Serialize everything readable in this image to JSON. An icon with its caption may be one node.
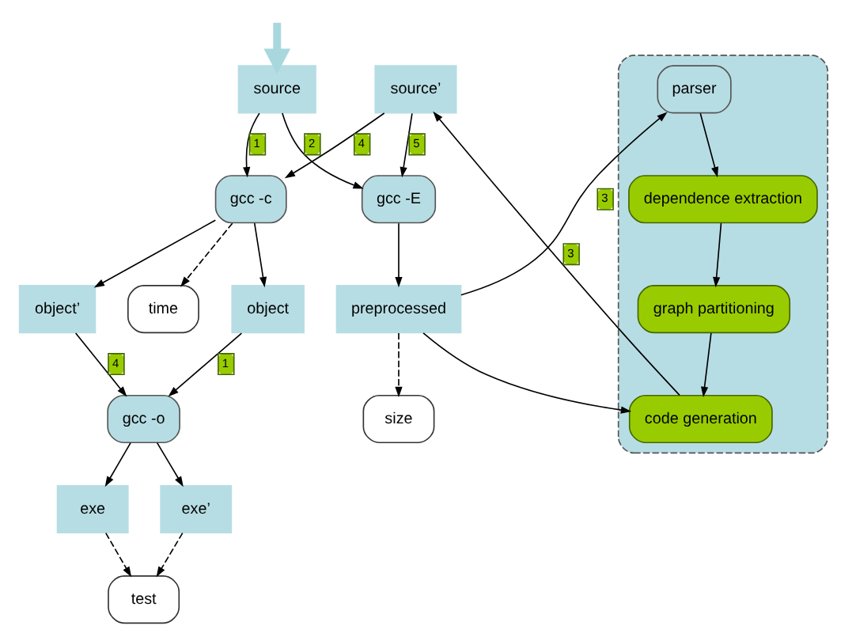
{
  "diagram": {
    "nodes": [
      {
        "text": [
          "source"
        ]
      },
      {
        "text": [
          "time"
        ]
      },
      {
        "text": [
          "object"
        ]
      },
      {
        "text": [
          "exe"
        ]
      },
      {
        "text": [
          "gcc -E"
        ]
      },
      {
        "text": [
          "gcc -c"
        ]
      },
      {
        "text": [
          "gcc -o"
        ]
      },
      {
        "text": [
          "test"
        ]
      },
      {
        "text": [
          "preprocessed"
        ]
      },
      {
        "text": [
          "source’"
        ]
      },
      {
        "text": [
          "object’"
        ]
      },
      {
        "text": [
          "exe’"
        ]
      },
      {
        "text": [
          "size"
        ]
      },
      {
        "text": [],
        "shape": "ellipse"
      },
      {
        "text": [
          "parser"
        ],
        "in": 13
      },
      {
        "text": [
          "code generation"
        ],
        "in": 13
      },
      {
        "text": [
          "dependence extraction"
        ],
        "in": 13
      },
      {
        "text": [
          "graph partitioning"
        ],
        "in": 13
      }
    ],
    "edges": [
      {
        "from": null,
        "to": 0,
        "arrow": "to",
        "style": "thick",
        "color": "#a8d8de"
      },
      {
        "from": 0,
        "to": 4,
        "arrow": "to",
        "label": "2"
      },
      {
        "from": 0,
        "to": 5,
        "arrow": "to",
        "label": "1"
      },
      {
        "from": 5,
        "to": 1,
        "arrow": "to",
        "style": "dashed"
      },
      {
        "from": 5,
        "to": 2,
        "arrow": "to"
      },
      {
        "from": 2,
        "to": 6,
        "arrow": "to",
        "label": "1"
      },
      {
        "from": 6,
        "to": 3,
        "arrow": "to"
      },
      {
        "from": 3,
        "to": 7,
        "arrow": "to",
        "style": "dashed"
      },
      {
        "from": 11,
        "to": 7,
        "arrow": "to",
        "style": "dashed"
      },
      {
        "from": 5,
        "to": 10,
        "arrow": "to"
      },
      {
        "from": 10,
        "to": 6,
        "arrow": "to",
        "label": "4"
      },
      {
        "from": 6,
        "to": 11,
        "arrow": "to"
      },
      {
        "from": 4,
        "to": 8,
        "arrow": "to"
      },
      {
        "from": 9,
        "to": 4,
        "arrow": "to",
        "label": "5"
      },
      {
        "from": 9,
        "to": 5,
        "arrow": "to",
        "label": "4"
      },
      {
        "from": 8,
        "to": 12,
        "arrow": "to",
        "style": "dashed"
      },
      {
        "from": 8,
        "to": 14,
        "arrow": "to",
        "label": "3"
      },
      {
        "from": 8,
        "to": 15,
        "arrow": "to"
      },
      {
        "from": 15,
        "to": 9,
        "arrow": "to",
        "label": "3"
      },
      {
        "from": 14,
        "to": 16,
        "arrow": "to"
      },
      {
        "from": 16,
        "to": 17,
        "arrow": "to"
      },
      {
        "from": 17,
        "to": 15,
        "arrow": "to"
      }
    ]
  }
}
